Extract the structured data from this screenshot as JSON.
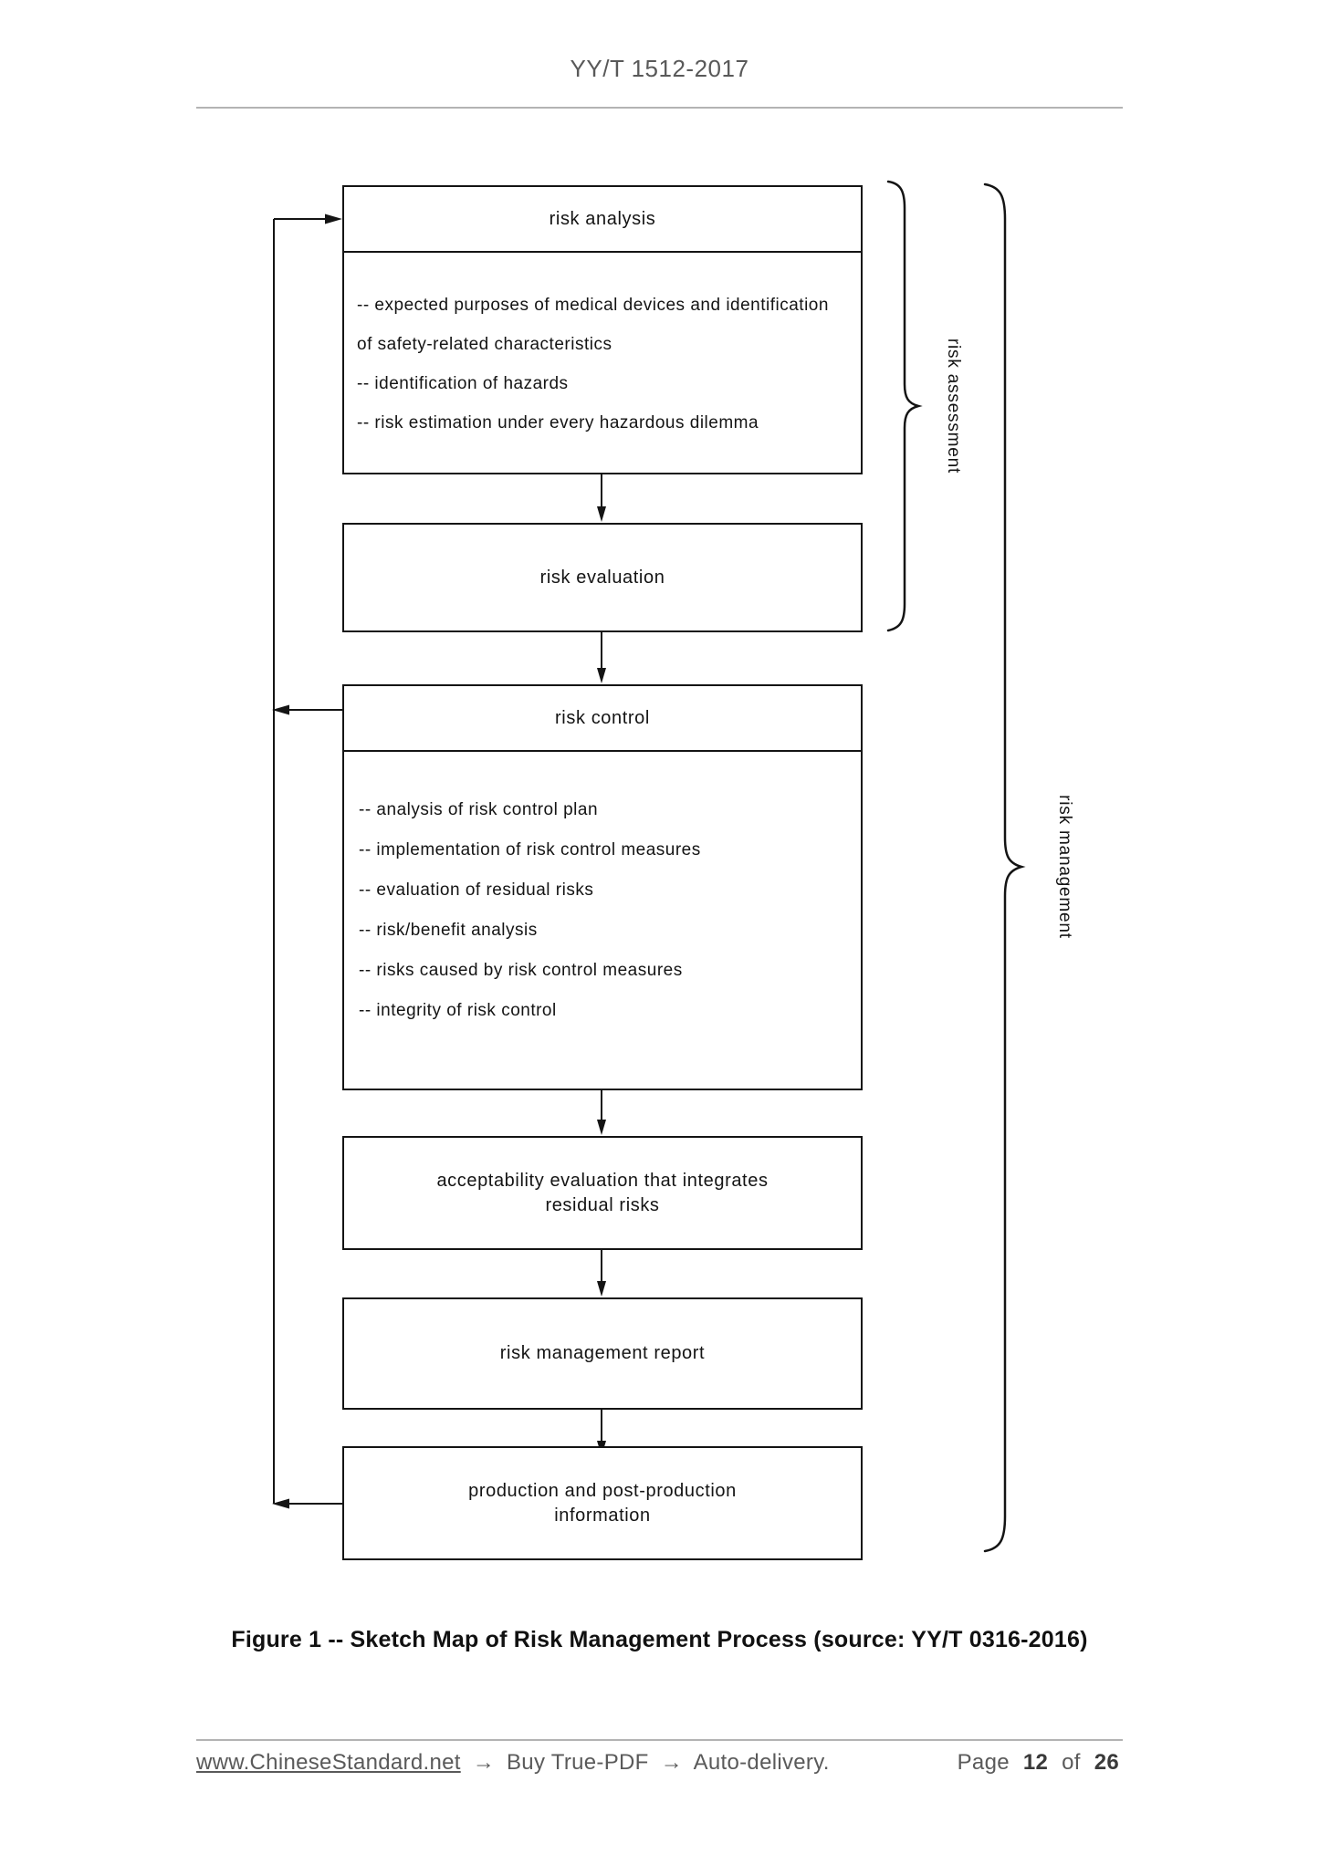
{
  "header": {
    "title": "YY/T 1512-2017"
  },
  "flowchart": {
    "risk_analysis": {
      "title": "risk analysis",
      "lines": [
        "-- expected purposes of medical devices and identification",
        "of safety-related characteristics",
        "-- identification of hazards",
        "-- risk estimation under every hazardous dilemma"
      ]
    },
    "risk_evaluation": {
      "title": "risk evaluation"
    },
    "risk_control": {
      "title": "risk control",
      "lines": [
        "-- analysis of risk control plan",
        "-- implementation of risk control measures",
        "-- evaluation of residual risks",
        "-- risk/benefit analysis",
        "-- risks caused by risk control measures",
        "-- integrity of risk control"
      ]
    },
    "acceptability": {
      "lines": [
        "acceptability evaluation that integrates",
        "residual risks"
      ]
    },
    "risk_management_report": {
      "title": "risk management report"
    },
    "production": {
      "lines": [
        "production and post-production",
        "information"
      ]
    },
    "brace_labels": {
      "risk_assessment": "risk assessment",
      "risk_management": "risk management"
    }
  },
  "caption": "Figure 1 -- Sketch Map of Risk Management Process (source: YY/T 0316-2016)",
  "footer": {
    "link": "www.ChineseStandard.net",
    "arrow": "→",
    "buy": "Buy True-PDF",
    "delivery": "Auto-delivery.",
    "page_label": "Page",
    "page_current": "12",
    "page_of": "of",
    "page_total": "26"
  },
  "colors": {
    "ink": "#141414",
    "muted_text": "#5a5a5a",
    "rule": "#b3b3b3"
  }
}
